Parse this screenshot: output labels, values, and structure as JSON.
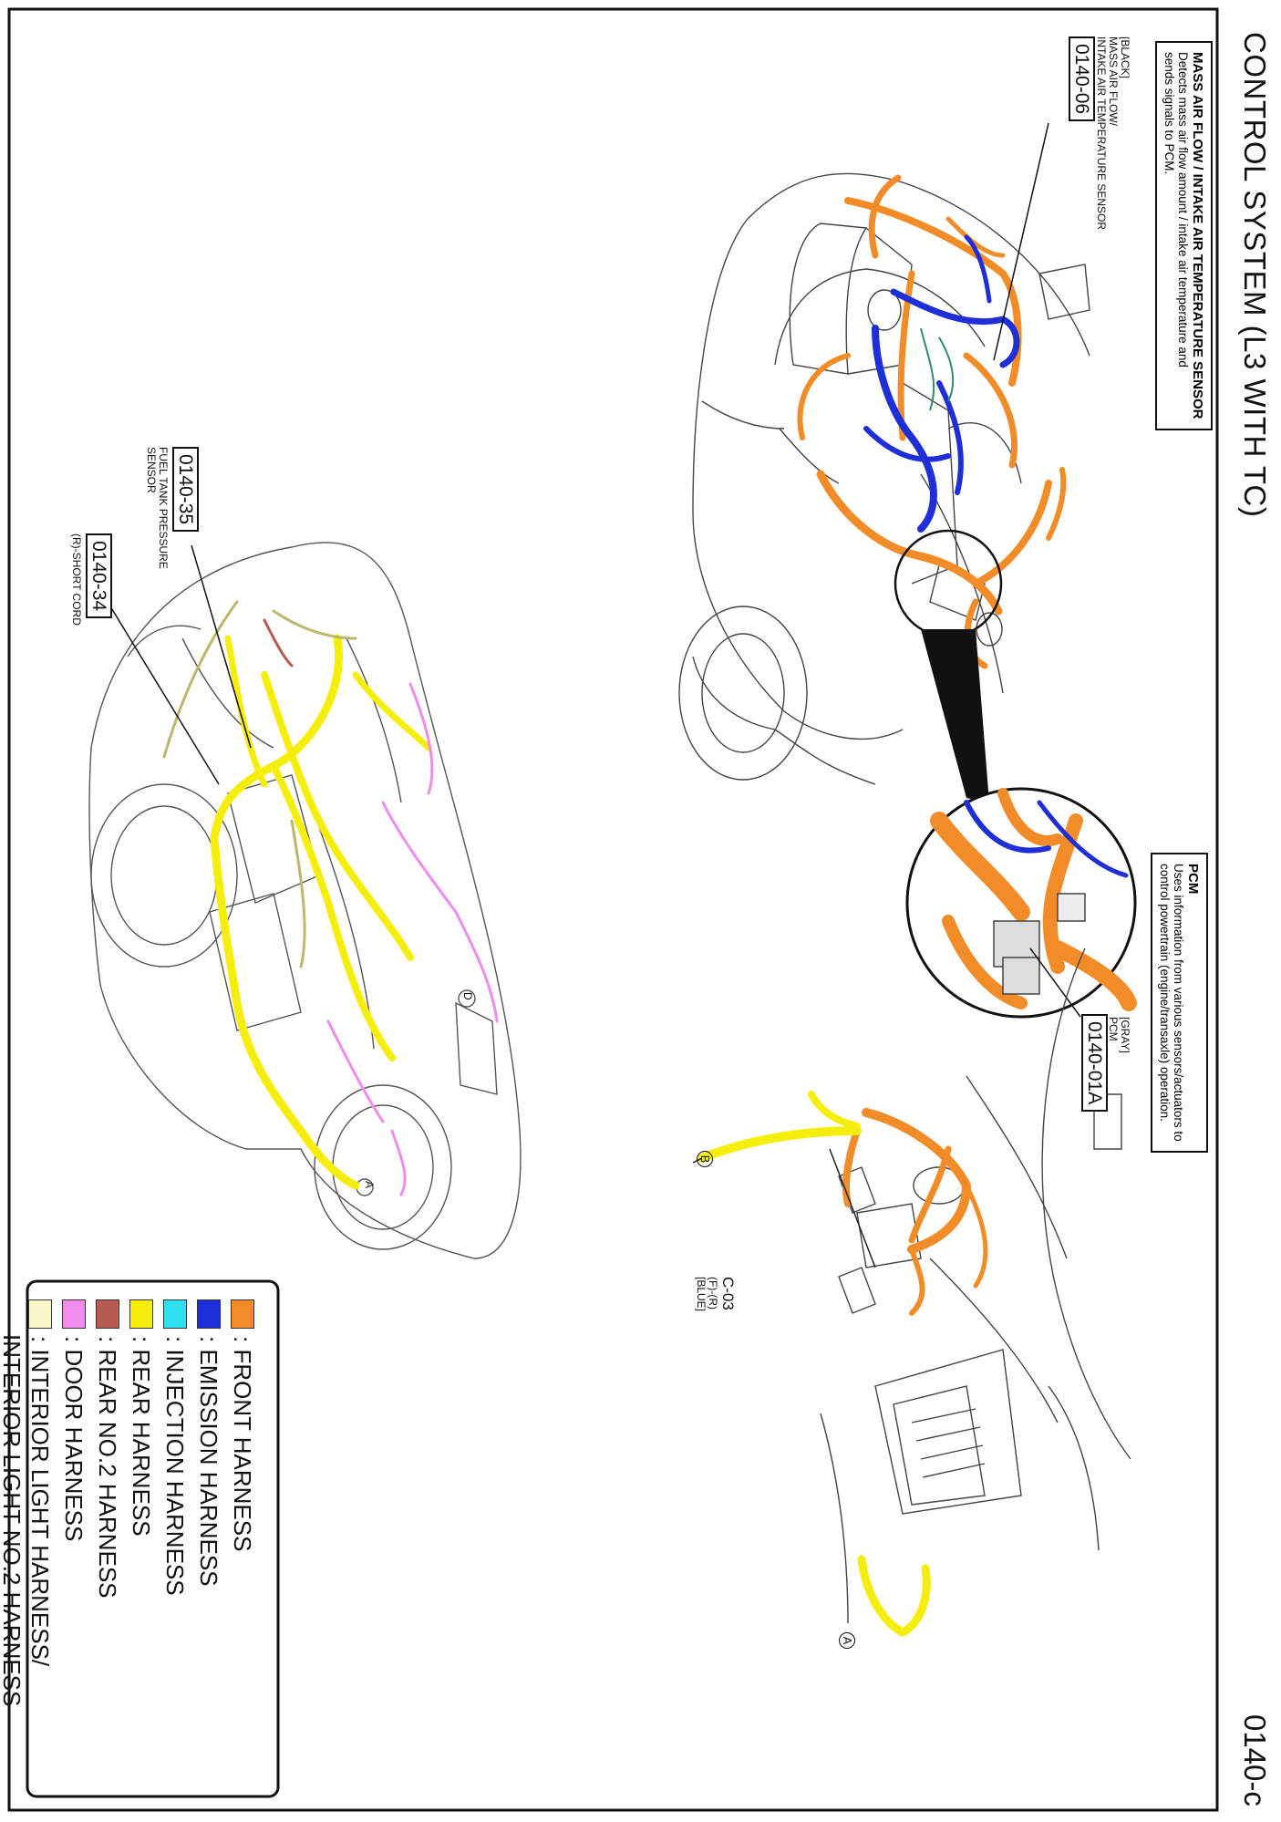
{
  "page": {
    "title": "CONTROL SYSTEM (L3 WITH TC)",
    "page_number": "0140-c"
  },
  "callouts": {
    "maf": {
      "heading": "MASS AIR FLOW / INTAKE AIR TEMPERATURE SENSOR",
      "line1": "Detects mass air flow amount / intake air temperature and",
      "line2": "sends signals to PCM.",
      "color": "[BLACK]",
      "name1": "MASS AIR FLOW/",
      "name2": "INTAKE AIR TEMPERATURE SENSOR",
      "code": "0140-06"
    },
    "pcm": {
      "heading": "PCM",
      "line1": "Uses information from various sensors/actuators to",
      "line2": "control powertrain (engine/transaxle) operation.",
      "color": "[GRAY]",
      "name": "PCM",
      "code": "0140-01A"
    },
    "fuel_tank": {
      "code": "0140-35",
      "name1": "FUEL TANK PRESSURE",
      "name2": "SENSOR"
    },
    "short_cord": {
      "code": "0140-34",
      "name": "(R)-SHORT CORD"
    },
    "c03": {
      "code": "C-03",
      "side": "(F)-(R)",
      "color": "[BLUE]"
    }
  },
  "markers": {
    "a": "A",
    "b": "B",
    "d": "D"
  },
  "legend": {
    "items": [
      {
        "label": ": FRONT HARNESS",
        "color": "#F28C28"
      },
      {
        "label": ": EMISSION HARNESS",
        "color": "#1F2FD8"
      },
      {
        "label": ": INJECTION HARNESS",
        "color": "#2FE0F0"
      },
      {
        "label": ": REAR HARNESS",
        "color": "#F5EE0A"
      },
      {
        "label": ": REAR NO.2 HARNESS",
        "color": "#B85A50"
      },
      {
        "label": ": DOOR HARNESS",
        "color": "#F08CEC"
      },
      {
        "label": ": INTERIOR LIGHT HARNESS/",
        "color": "#FBF6C9"
      }
    ],
    "extra_line": "INTERIOR LIGHT NO.2 HARNESS"
  },
  "colors": {
    "front": "#F28C28",
    "emission": "#1F2FD8",
    "injection": "#2FE0F0",
    "rear": "#F5EE0A",
    "rear2": "#B85A50",
    "door": "#F08CEC",
    "interior": "#FBF6C9"
  }
}
